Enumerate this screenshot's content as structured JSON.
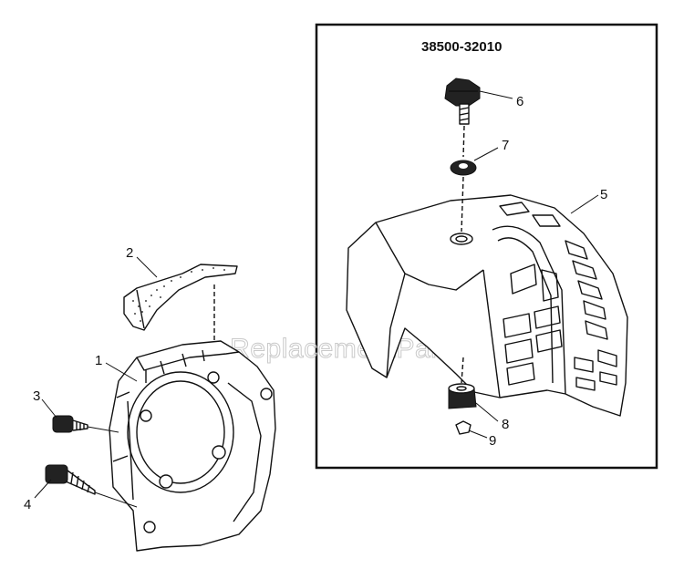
{
  "kit": {
    "part_number": "38500-32010"
  },
  "watermark": "eReplacementParts.com",
  "callouts": [
    {
      "id": "1",
      "label": "1"
    },
    {
      "id": "2",
      "label": "2"
    },
    {
      "id": "3",
      "label": "3"
    },
    {
      "id": "4",
      "label": "4"
    },
    {
      "id": "5",
      "label": "5"
    },
    {
      "id": "6",
      "label": "6"
    },
    {
      "id": "7",
      "label": "7"
    },
    {
      "id": "8",
      "label": "8"
    },
    {
      "id": "9",
      "label": "9"
    }
  ]
}
